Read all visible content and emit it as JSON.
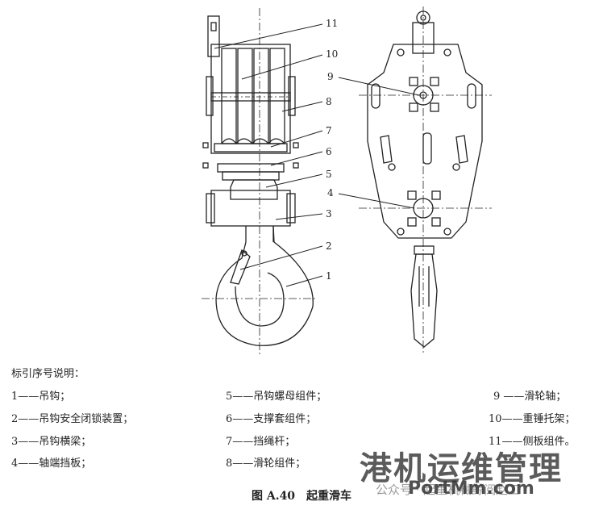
{
  "callouts": {
    "n1": "1",
    "n2": "2",
    "n3": "3",
    "n4": "4",
    "n5": "5",
    "n6": "6",
    "n7": "7",
    "n8": "8",
    "n9": "9",
    "n10": "10",
    "n11": "11"
  },
  "legend": {
    "title": "标引序号说明：",
    "items": [
      "1——吊钩；",
      "2——吊钩安全闭锁装置；",
      "3——吊钩横梁；",
      "4——轴端挡板；",
      "5——吊钩螺母组件；",
      "6——支撑套组件；",
      "7——挡绳杆；",
      "8——滑轮组件；",
      "9 ——滑轮轴；",
      "10——重锤托架；",
      "11——侧板组件。"
    ]
  },
  "caption": "图 A.40　起重滑车",
  "watermark": {
    "big": "港机运维管理",
    "small": "公众号 · 起重机械鲸阅赵工",
    "domain": "PortMm.com"
  }
}
